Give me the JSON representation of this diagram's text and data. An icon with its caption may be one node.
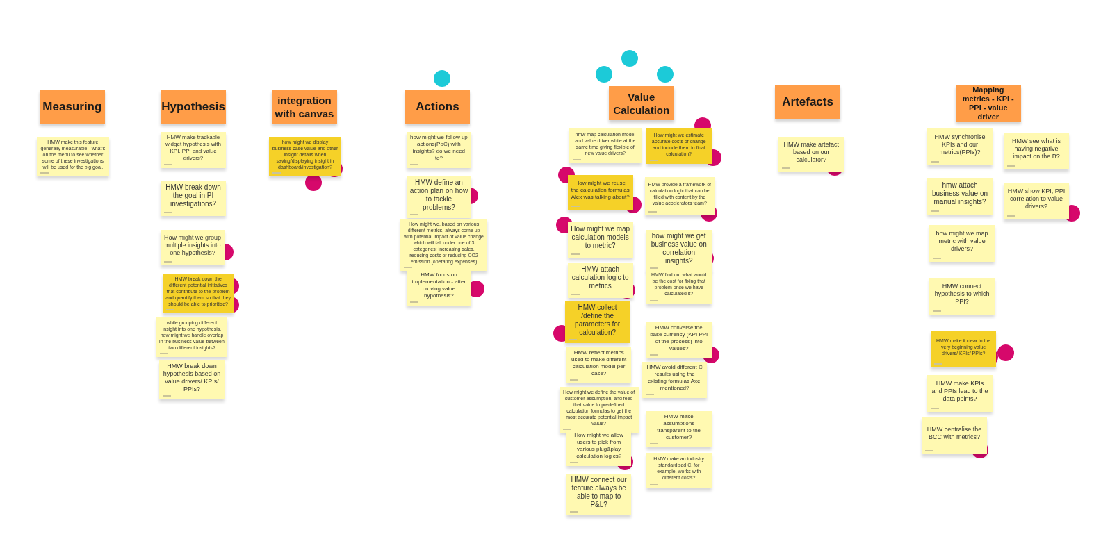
{
  "diagram": {
    "nodes": [
      {
        "text": [
          "Measuring"
        ]
      },
      {
        "text": [
          "HMW make this feature generally measurable - what's on the menu to see whether some of these investigations will be used for the big goal."
        ]
      },
      {
        "text": [
          "Hypothesis"
        ]
      },
      {
        "text": [
          "HMW make trackable widget hypothesis with KPI, PPI and value drivers?"
        ]
      },
      {
        "text": [
          "HMW break down the goal in PI investigations?"
        ]
      },
      {
        "text": [
          "How might we group multiple insights into one hypothesis?"
        ]
      },
      {
        "text": [
          "HMW break down the different potential initiatives that contribute to the problem and quantify them so that they should be able to prioritise?"
        ]
      },
      {
        "text": [
          "while grouping different insight into one hypothesis, how might we handle overlap in the business value between two different insights?"
        ]
      },
      {
        "text": [
          "HMW break down hypothesis based on value drivers/ KPIs/ PPIs?"
        ]
      },
      {
        "text": [
          "integration with canvas"
        ]
      },
      {
        "text": [
          "how might we display business case value and other insight details when saving/displaying insight in dashboard/investigation?"
        ]
      },
      {
        "text": [
          "Actions"
        ]
      },
      {
        "text": [
          "how might we follow up actions(PoC) with insights? do we need to?"
        ]
      },
      {
        "text": [
          "HMW define an action plan on how to tackle problems?"
        ]
      },
      {
        "text": [
          "How might we, based on various different metrics, always come up with potential impact of value change which will fall under one of 3 categories: increasing sales, reducing costs or reducing CO2 emission (operating expenses)"
        ]
      },
      {
        "text": [
          "HMW focus on implementation - after proving value hypothesis?"
        ]
      },
      {
        "text": [
          "Value Calculation"
        ]
      },
      {
        "text": [
          "hmw map calculation model and value driver while at the same time giving flexible of new value drivers?"
        ]
      },
      {
        "text": [
          "How might we reuse the calculation formulas Alex was talking about?"
        ]
      },
      {
        "text": [
          "How might we map calculation models to metric?"
        ]
      },
      {
        "text": [
          "HMW attach calculation logic  to metrics"
        ]
      },
      {
        "text": [
          "HMW collect /define the parameters for calculation?"
        ]
      },
      {
        "text": [
          "HMW reflect metrics used to make different calculation model per case?"
        ]
      },
      {
        "text": [
          "How might we define the value of customer assumption, and feed that value to predefined calculation formulas to get the most accurate potential impact value?"
        ]
      },
      {
        "text": [
          "How might we allow users to pick from various plug&play calculation logics?"
        ]
      },
      {
        "text": [
          "HMW connect our feature always be able to map to P&L?"
        ]
      },
      {
        "text": [
          "How might we estimate accurate costs of change and include them in final calculation?"
        ]
      },
      {
        "text": [
          "HMW provide a framework of calculation logic that can be filled with content by the value accelerators team?"
        ]
      },
      {
        "text": [
          "how might we get business value on correlation insights?"
        ]
      },
      {
        "text": [
          "HMW find out what would be the cost for fixing that problem once we have calculated it?"
        ]
      },
      {
        "text": [
          "HMW converse the base currency (KPI PPI of the process) into values?"
        ]
      },
      {
        "text": [
          "HMW avoid different C results using the existing formulas Axel mentioned?"
        ]
      },
      {
        "text": [
          "HMW make assumptions transparent to the customer?"
        ]
      },
      {
        "text": [
          "HMW make an industry standardised C, for example, works with different costs?"
        ]
      },
      {
        "text": [
          "Artefacts"
        ]
      },
      {
        "text": [
          "HMW make artefact based on our calculator?"
        ]
      },
      {
        "text": [
          "Mapping metrics - KPI - PPI - value driver"
        ]
      },
      {
        "text": [
          "HMW synchronise KPIs and our metrics(PPIs)?"
        ]
      },
      {
        "text": [
          "HMW see what is having negative impact on the B?"
        ]
      },
      {
        "text": [
          "hmw attach business value on manual insights?"
        ]
      },
      {
        "text": [
          "HMW show KPI, PPI correlation to value drivers?"
        ]
      },
      {
        "text": [
          "how might we map metric with value drivers?"
        ]
      },
      {
        "text": [
          "HMW connect hypothesis to which PPI?"
        ]
      },
      {
        "text": [
          "HMW make it clear in the very beginning value drivers/ KPIs/ PPIs?"
        ]
      },
      {
        "text": [
          "HMW make KPIs and PPIs  lead to the data points?"
        ]
      },
      {
        "text": [
          "HMW centralise the BCC with metrics?"
        ]
      }
    ]
  }
}
